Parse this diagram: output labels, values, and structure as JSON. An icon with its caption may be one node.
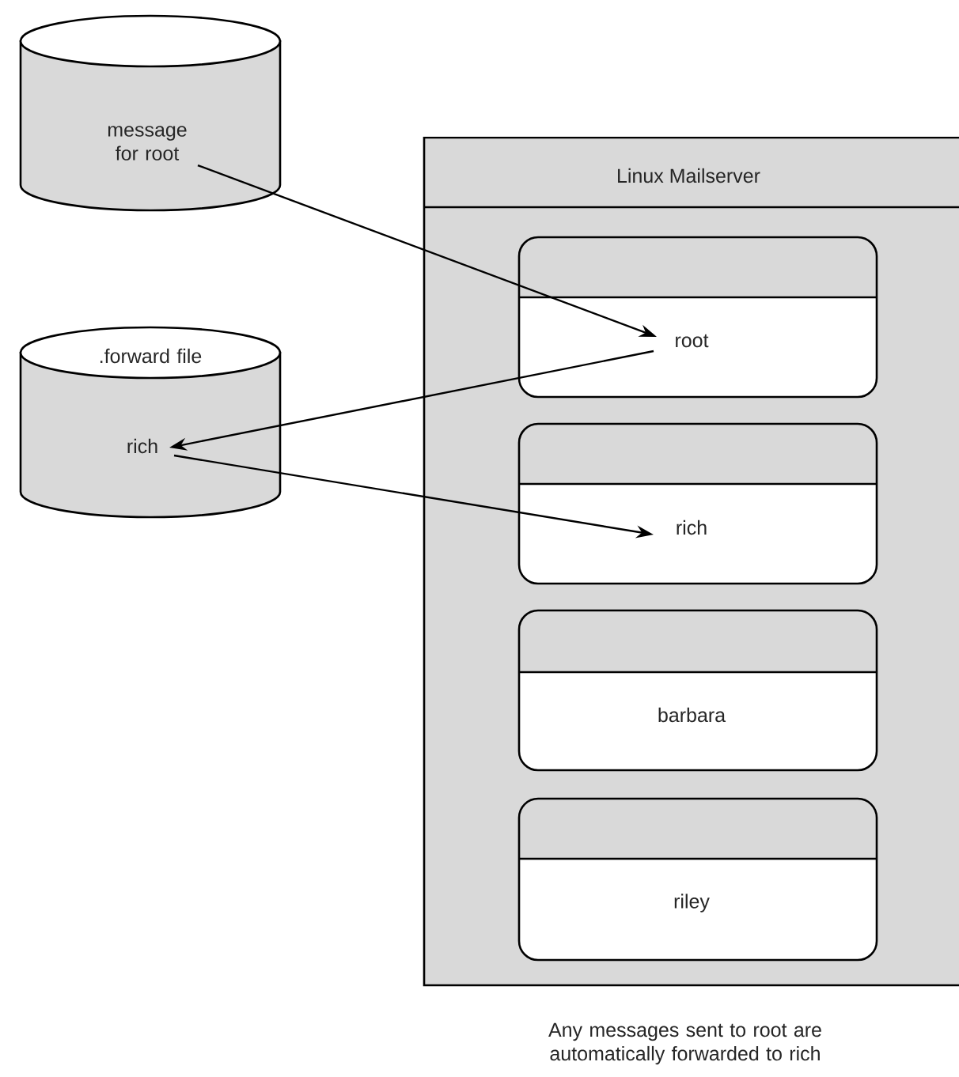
{
  "diagram": {
    "caption": "Any messages sent to root are automatically forwarded to rich",
    "nodes": [
      {
        "text": [
          "message for root"
        ]
      },
      {
        "text": [
          ".forward file",
          "rich"
        ]
      },
      {
        "text": [
          "Linux Mailserver"
        ]
      },
      {
        "text": [
          "root"
        ],
        "in": 2
      },
      {
        "text": [
          "rich"
        ],
        "in": 2
      },
      {
        "text": [
          "barbara"
        ],
        "in": 2
      },
      {
        "text": [
          "riley"
        ],
        "in": 2
      }
    ],
    "edges": [
      {
        "from": 0,
        "to": 3,
        "arrow": "to"
      },
      {
        "from": 3,
        "to": 1,
        "arrow": "to"
      },
      {
        "from": 1,
        "to": 4,
        "arrow": "to"
      }
    ]
  }
}
